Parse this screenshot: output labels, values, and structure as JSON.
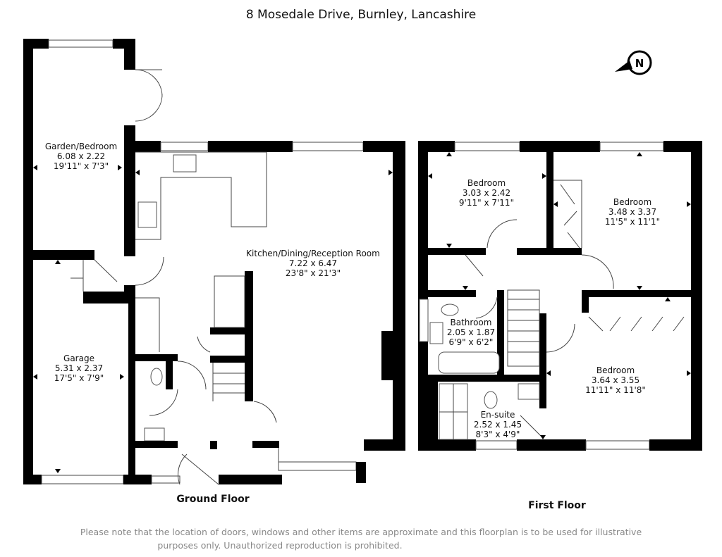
{
  "title": "8 Mosedale Drive, Burnley, Lancashire",
  "compass": {
    "letter": "N"
  },
  "rooms": {
    "garden_bedroom": {
      "name": "Garden/Bedroom",
      "metric": "6.08 x 2.22",
      "imperial": "19'11\" x 7'3\""
    },
    "garage": {
      "name": "Garage",
      "metric": "5.31 x 2.37",
      "imperial": "17'5\" x 7'9\""
    },
    "kitchen": {
      "name": "Kitchen/Dining/Reception Room",
      "metric": "7.22 x 6.47",
      "imperial": "23'8\" x 21'3\""
    },
    "bedroom_1": {
      "name": "Bedroom",
      "metric": "3.03 x 2.42",
      "imperial": "9'11\" x 7'11\""
    },
    "bedroom_2": {
      "name": "Bedroom",
      "metric": "3.48 x 3.37",
      "imperial": "11'5\" x 11'1\""
    },
    "bathroom": {
      "name": "Bathroom",
      "metric": "2.05 x 1.87",
      "imperial": "6'9\" x 6'2\""
    },
    "bedroom_3": {
      "name": "Bedroom",
      "metric": "3.64 x 3.55",
      "imperial": "11'11\" x 11'8\""
    },
    "ensuite": {
      "name": "En-suite",
      "metric": "2.52 x 1.45",
      "imperial": "8'3\" x 4'9\""
    }
  },
  "floors": {
    "ground": "Ground Floor",
    "first": "First Floor"
  },
  "disclaimer": {
    "line1": "Please note that the location of doors, windows and other items are approximate and this floorplan is to be used for illustrative",
    "line2": "purposes only. Unauthorized reproduction is prohibited."
  }
}
